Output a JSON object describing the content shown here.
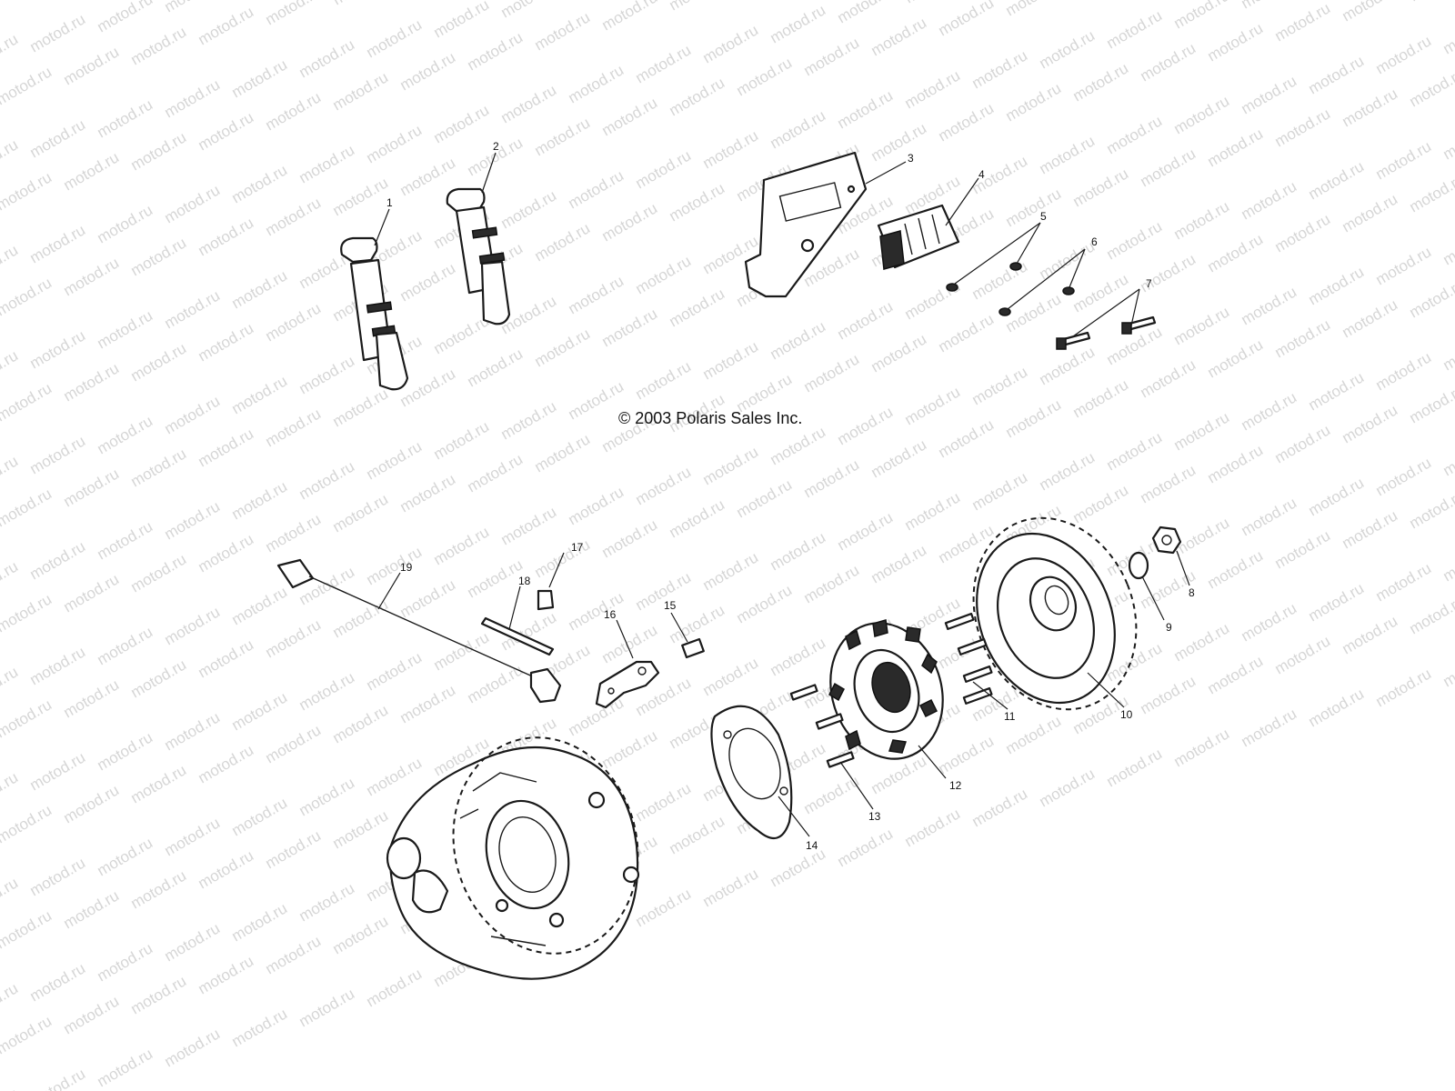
{
  "copyright": "© 2003 Polaris Sales Inc.",
  "watermark": "motod.ru",
  "callouts": [
    "1",
    "2",
    "3",
    "4",
    "5",
    "6",
    "7",
    "8",
    "9",
    "10",
    "11",
    "12",
    "13",
    "14",
    "15",
    "16",
    "17",
    "18",
    "19"
  ]
}
